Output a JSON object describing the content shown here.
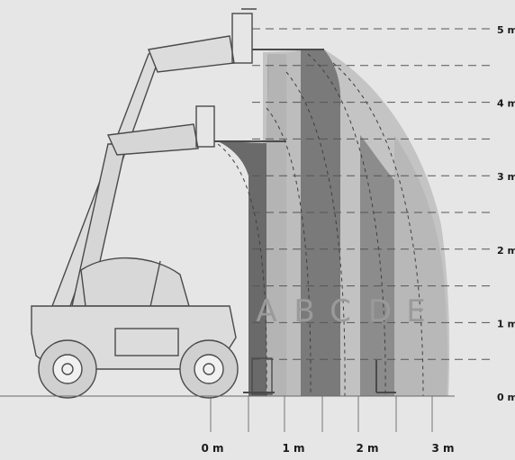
{
  "colors": {
    "background": "#e6e6e6",
    "machine_line": "#4a4a4a",
    "zone_dark": "#6e6e6e",
    "zone_mid": "#8a8a8a",
    "zone_light": "#b0b0b0",
    "zone_lighter": "#c6c6c6",
    "axis_text": "#1a1a1a"
  },
  "icons": [
    "telehandler-machine-icon"
  ],
  "y_axis_labels": [
    {
      "value": 0,
      "label": "0 m"
    },
    {
      "value": 1,
      "label": "1 m"
    },
    {
      "value": 3,
      "label": "3 m"
    },
    {
      "value": 2,
      "label": "2 m"
    },
    {
      "value": 4,
      "label": "4 m"
    },
    {
      "value": 5,
      "label": "5 m"
    }
  ],
  "x_axis_labels": [
    {
      "value": 0,
      "label": "0 m"
    },
    {
      "value": 1,
      "label": "1 m"
    },
    {
      "value": 2,
      "label": "2 m"
    },
    {
      "value": 3,
      "label": "3 m"
    }
  ],
  "zones": [
    {
      "letter": "A",
      "tone": "zone_dark"
    },
    {
      "letter": "B",
      "tone": "zone_light"
    },
    {
      "letter": "C",
      "tone": "zone_mid"
    },
    {
      "letter": "D",
      "tone": "zone_lighter"
    },
    {
      "letter": "E",
      "tone": "zone_light"
    }
  ]
}
